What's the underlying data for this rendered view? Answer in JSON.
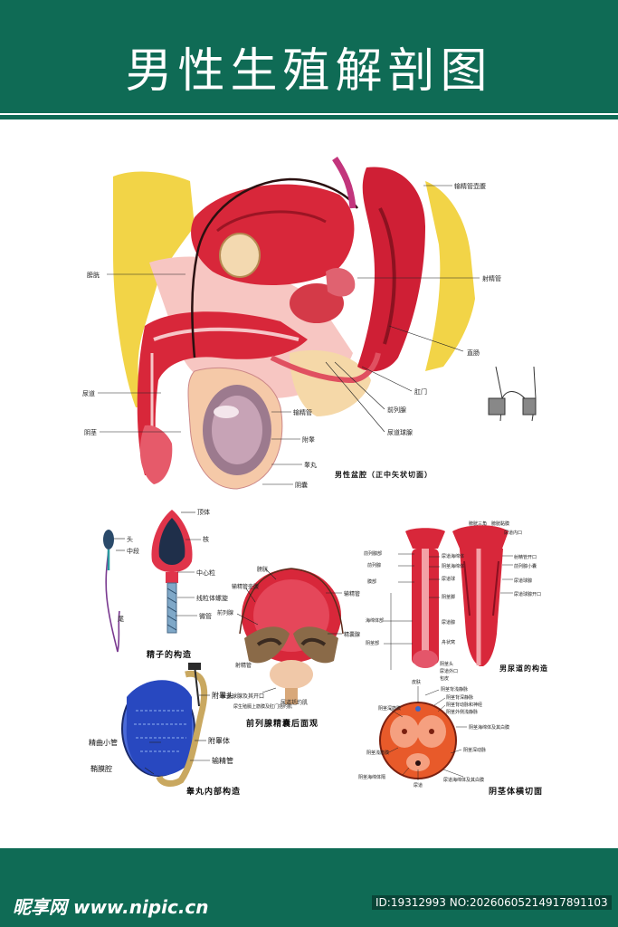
{
  "title": "男性生殖解剖图",
  "colors": {
    "header": "#0f6b55",
    "muscle": "#d8273a",
    "fat": "#f2d447",
    "skin": "#f5c9a8"
  },
  "sagittal": {
    "caption": "男性盆腔（正中矢状切面）",
    "labels": {
      "vas_ampulla": "输精管壶腹",
      "bladder": "膀胱",
      "ejaculatory_duct": "射精管",
      "rectum": "直肠",
      "urethra": "尿道",
      "penis": "阴茎",
      "vas_deferens": "输精管",
      "epididymis": "附睾",
      "testis": "睾丸",
      "scrotum": "阴囊",
      "anus": "肛门",
      "prostate": "前列腺",
      "bulbourethral": "尿道球腺"
    }
  },
  "sperm": {
    "caption": "精子的构造",
    "labels": {
      "head_small": "头",
      "midpiece_small": "中段",
      "tail": "尾",
      "acrosome": "顶体",
      "nucleus": "核",
      "centriole": "中心粒",
      "mito_sheath": "线粒体螺旋",
      "microtubule": "微管"
    }
  },
  "prostate_rear": {
    "caption": "前列腺精囊后面观",
    "labels": {
      "bladder": "膀胱",
      "vas": "输精管",
      "vas_ampulla": "输精管壶腹",
      "seminal_vesicle": "精囊腺",
      "prostate": "前列腺",
      "ejaculatory": "射精管",
      "sphincter": "尿道括约肌",
      "bulbo": "尿道球腺及其开口",
      "pelvic": "尿生殖膈上筋膜及肛门括约肌"
    }
  },
  "male_urethra": {
    "caption": "男尿道的构造",
    "labels": {
      "trigone": "膀胱三角",
      "bladder_mucosa": "膀胱黏膜",
      "internal_orifice": "尿道内口",
      "prostatic_urethra": "前列腺部",
      "ejac_orifice": "射精管开口",
      "prostate_l": "前列腺",
      "utricle": "前列腺小囊",
      "membranous": "膜部",
      "bulbo_gland": "尿道球腺",
      "bulbo_opening": "尿道球腺开口",
      "spongy": "海绵体部",
      "corpus_sp": "尿道海绵体",
      "corpus_cav": "阴茎海绵体",
      "navicular": "舟状窝",
      "glans": "阴茎头",
      "ext_orifice": "尿道外口",
      "urethra_bulb": "尿道球",
      "penis_section": "阴茎部",
      "crus": "阴茎脚",
      "lacunae": "尿道腺",
      "prepuce": "包皮"
    }
  },
  "testis_internal": {
    "caption": "睾丸内部构造",
    "labels": {
      "epi_head": "附睾头",
      "seminif": "精曲小管",
      "epi_body": "附睾体",
      "vas": "输精管",
      "tunica": "鞘膜腔"
    }
  },
  "penis_cross": {
    "caption": "阴茎体横切面",
    "labels": {
      "skin": "皮肤",
      "sup_dorsal_vein": "阴茎背浅静脉",
      "deep_dorsal_vein": "阴茎背深静脉",
      "dorsal_artery_nerve": "阴茎背动脉和神经",
      "deep_fascia": "阴茎深筋膜",
      "sup_fascia": "阴茎浅筋膜",
      "lateral_vein": "阴茎外侧浅静脉",
      "cav_albuginea": "阴茎海绵体及其白膜",
      "deep_artery": "阴茎深动脉",
      "cav_septum": "阴茎海绵体隔",
      "urethra": "尿道",
      "sp_albuginea": "尿道海绵体及其白膜"
    }
  },
  "watermark": {
    "logo": "昵享网 www.nipic.cn",
    "id": "ID:19312993 NO:20260605214917891103"
  }
}
